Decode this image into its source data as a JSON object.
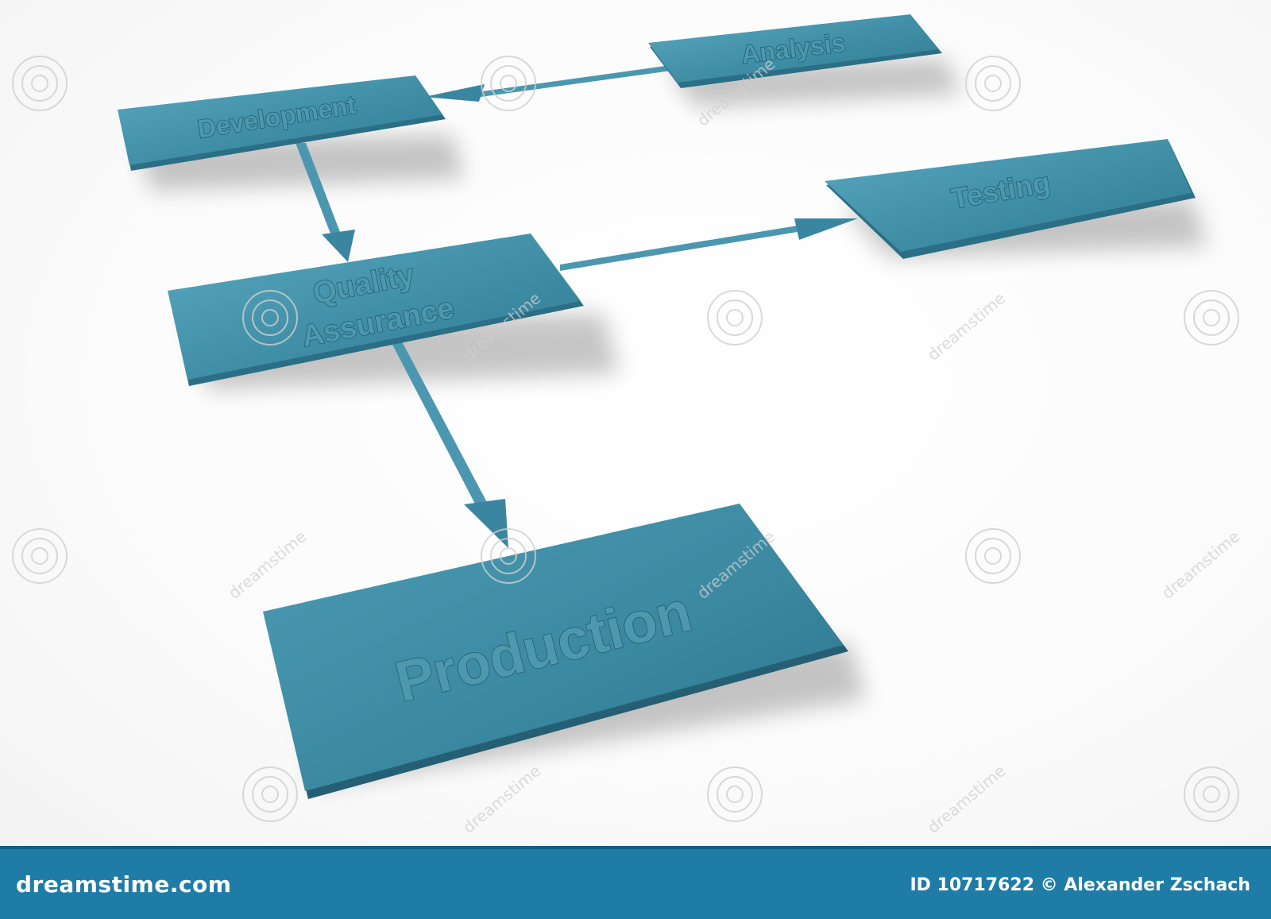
{
  "diagram": {
    "boxes": {
      "analysis": "Analysis",
      "development": "Development",
      "testing": "Testing",
      "qa_line1": "Quality",
      "qa_line2": "Assurance",
      "production": "Production"
    },
    "colors": {
      "box_fill": "#3f8ea6",
      "box_edge": "#2a6f86",
      "arrow": "#4b97b0",
      "text_fill": "#4e98ae",
      "text_stroke": "#1f5f73"
    }
  },
  "watermark": {
    "text": "dreamstime"
  },
  "footer": {
    "brand": "dreamstime.com",
    "credit": "ID 10717622 © Alexander Zschach"
  }
}
